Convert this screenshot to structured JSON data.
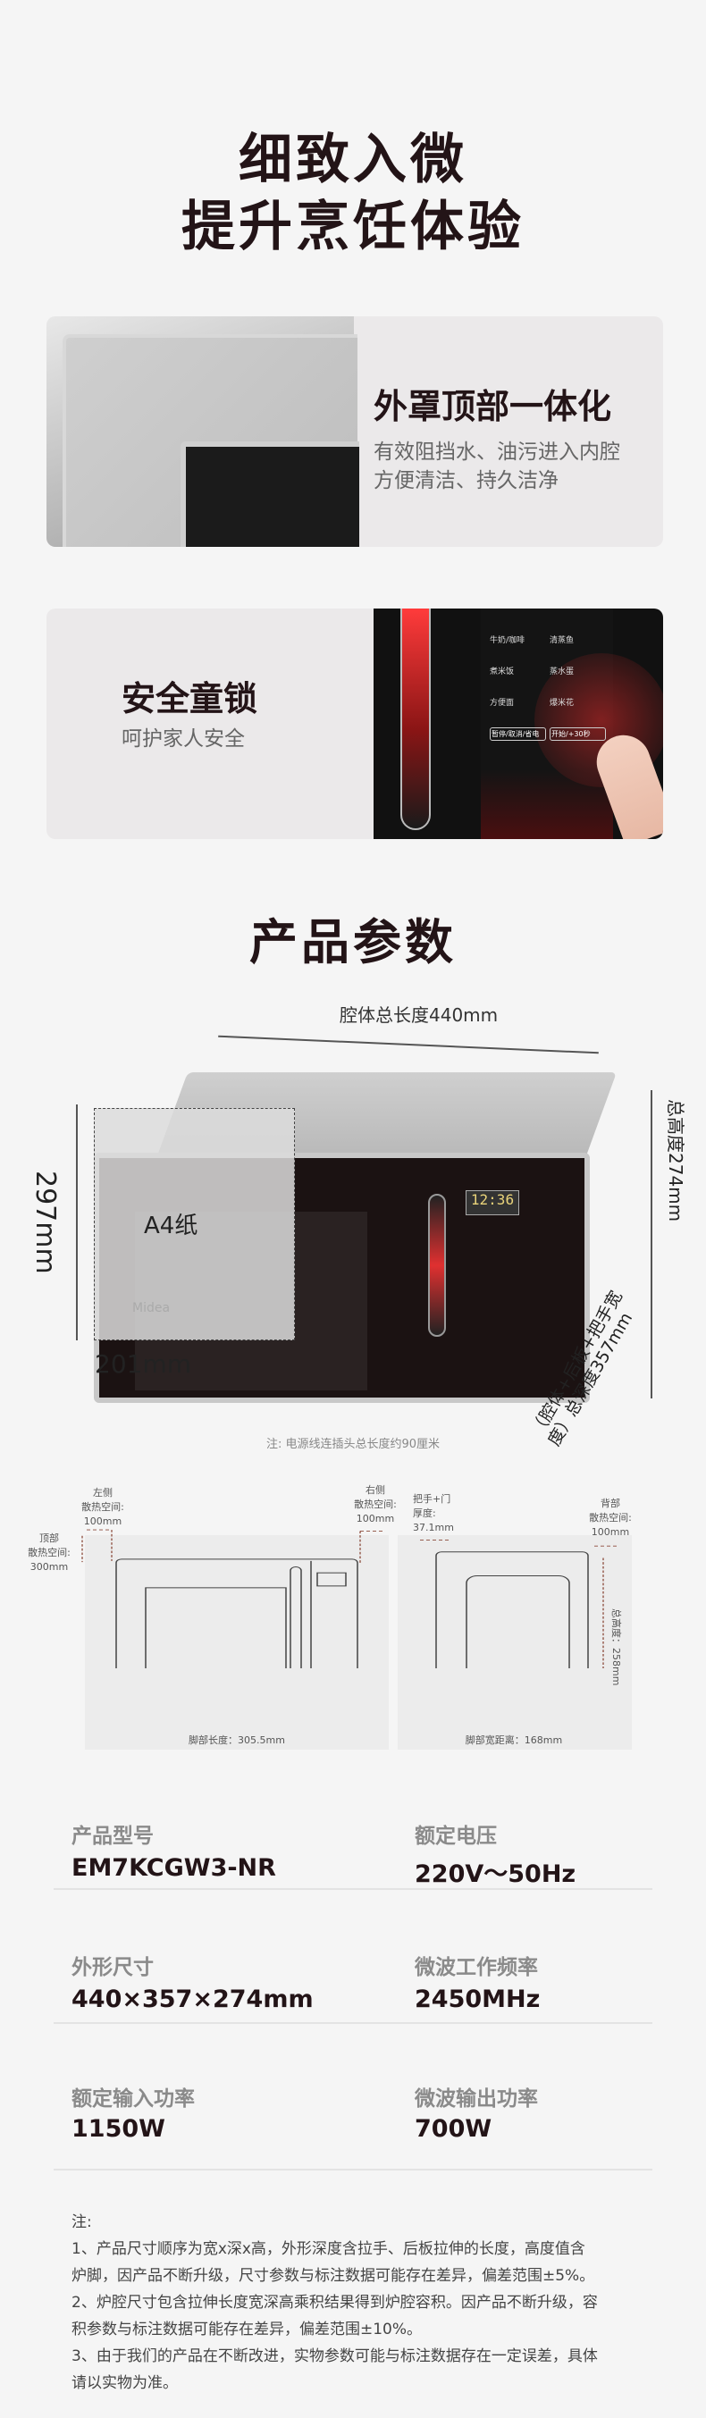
{
  "headline": {
    "line1": "细致入微",
    "line2": "提升烹饪体验"
  },
  "feature1": {
    "title": "外罩顶部一体化",
    "desc1": "有效阻挡水、油污进入内腔",
    "desc2": "方便清洁、持久洁净"
  },
  "feature2": {
    "title": "安全童锁",
    "desc": "呵护家人安全",
    "panel_buttons": [
      "牛奶/咖啡",
      "清蒸鱼",
      "煮米饭",
      "蒸水蛋",
      "方便面",
      "爆米花",
      "暂停/取消/省电",
      "开始/+30秒"
    ]
  },
  "params_title": "产品参数",
  "dimensions": {
    "length": "腔体总长度440mm",
    "height": "总高度274mm",
    "depth": "（腔体+后板+把手宽度）总深度357mm",
    "a4_height": "297mm",
    "a4_width": "201mm",
    "a4_label": "A4纸",
    "clock": "12:36",
    "brand": "Midea",
    "cord_note": "注: 电源线连插头总长度约90厘米"
  },
  "drawing": {
    "left_space": [
      "左侧",
      "散热空间:",
      "100mm"
    ],
    "top_space": [
      "顶部",
      "散热空间:",
      "300mm"
    ],
    "right_space": [
      "右侧",
      "散热空间:",
      "100mm"
    ],
    "door": [
      "把手+门",
      "厚度:",
      "37.1mm"
    ],
    "back_space": [
      "背部",
      "散热空间:",
      "100mm"
    ],
    "foot_length": "脚部长度：305.5mm",
    "foot_width": "脚部宽距离：168mm",
    "total_height": "总高度：258mm"
  },
  "specs": [
    {
      "label": "产品型号",
      "value": "EM7KCGW3-NR"
    },
    {
      "label": "额定电压",
      "value": "220V～50Hz"
    },
    {
      "label": "外形尺寸",
      "value": "440×357×274mm"
    },
    {
      "label": "微波工作频率",
      "value": "2450MHz"
    },
    {
      "label": "额定输入功率",
      "value": "1150W"
    },
    {
      "label": "微波输出功率",
      "value": "700W"
    }
  ],
  "notes": {
    "heading": "注:",
    "lines": [
      "1、产品尺寸顺序为宽x深x高，外形深度含拉手、后板拉伸的长度，高度值含",
      "炉脚，因产品不断升级，尺寸参数与标注数据可能存在差异，偏差范围±5%。",
      "2、炉腔尺寸包含拉伸长度宽深高乘积结果得到炉腔容积。因产品不断升级，容",
      "积参数与标注数据可能存在差异，偏差范围±10%。",
      "3、由于我们的产品在不断改进，实物参数可能与标注数据存在一定误差，具体",
      "请以实物为准。"
    ]
  }
}
